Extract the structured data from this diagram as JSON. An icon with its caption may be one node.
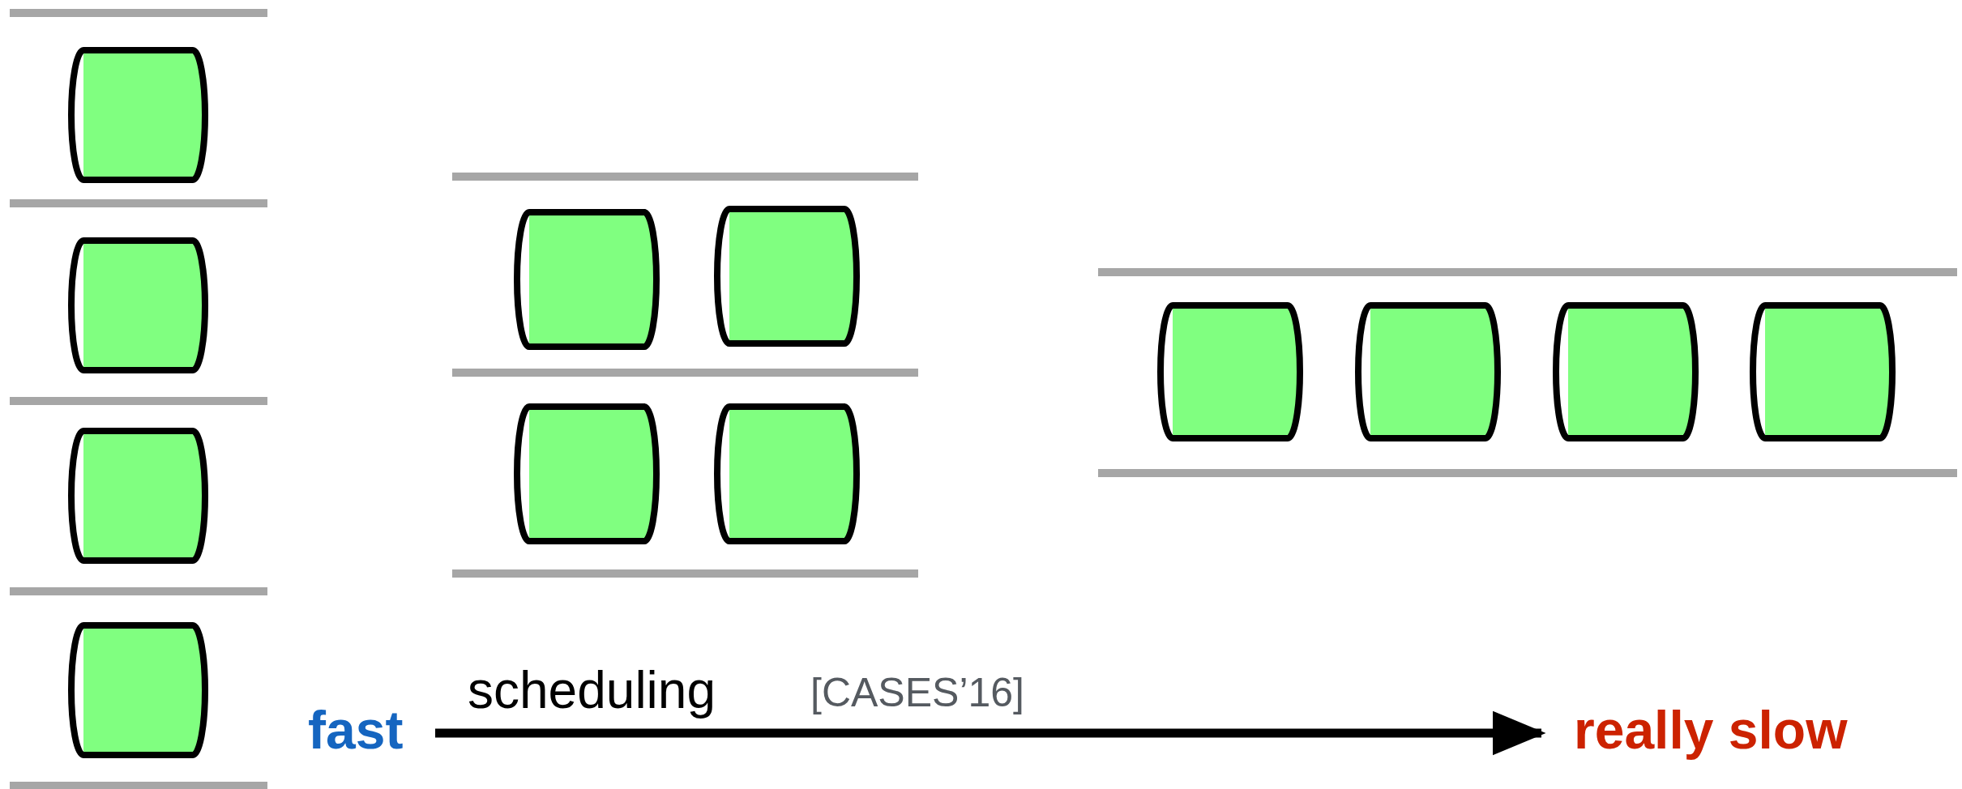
{
  "diagram": {
    "nodes": [
      {
        "text": [
          "fast"
        ]
      },
      {
        "text": [
          "really slow"
        ]
      }
    ],
    "edges": [
      {
        "from": 0,
        "to": 1,
        "arrow": "to",
        "label": "scheduling"
      }
    ],
    "labels": [
      "[CASES’16]"
    ]
  }
}
